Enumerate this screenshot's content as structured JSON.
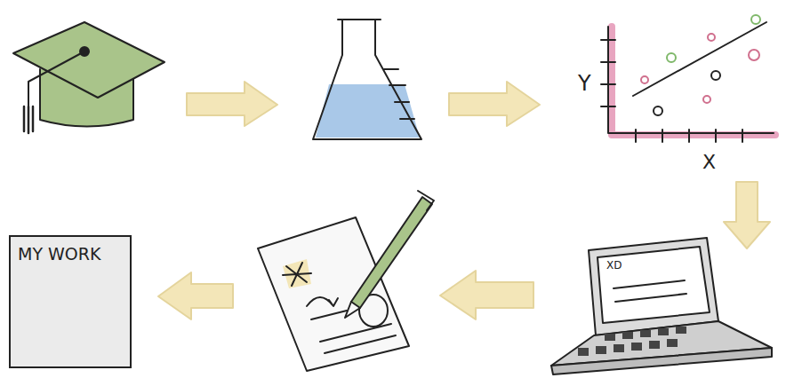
{
  "diagram": {
    "nodes": [
      {
        "text": [
          "MY WORK"
        ]
      }
    ],
    "labels": [
      "Y",
      "X",
      "XD"
    ]
  }
}
